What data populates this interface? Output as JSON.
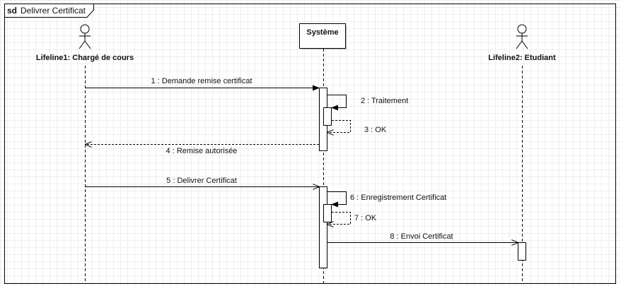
{
  "frame": {
    "keyword": "sd",
    "title": "Delivrer Certificat"
  },
  "participants": {
    "charge": {
      "label": "Lifeline1: Chargé de cours",
      "kind": "actor"
    },
    "systeme": {
      "label": "Système",
      "kind": "object"
    },
    "etudiant": {
      "label": "Lifeline2: Etudiant",
      "kind": "actor"
    }
  },
  "messages": [
    {
      "label": "1 : Demande remise certificat",
      "type": "sync"
    },
    {
      "label": "2 : Traitement",
      "type": "self"
    },
    {
      "label": "3 : OK",
      "type": "self-return"
    },
    {
      "label": "4 : Remise autorisée",
      "type": "return"
    },
    {
      "label": "5 : Delivrer Certificat",
      "type": "sync"
    },
    {
      "label": "6 : Enregistrement Certificat",
      "type": "self"
    },
    {
      "label": "7 : OK",
      "type": "self-return"
    },
    {
      "label": "8 : Envoi Certificat",
      "type": "sync"
    }
  ]
}
